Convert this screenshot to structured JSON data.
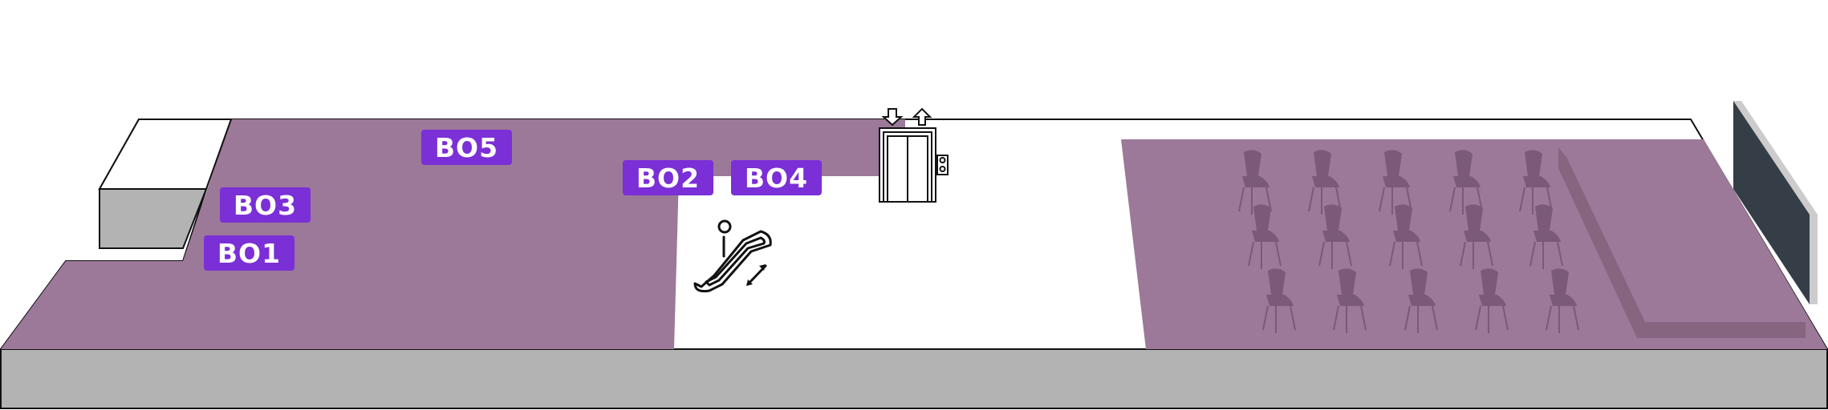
{
  "rooms": [
    {
      "id": "bo5",
      "label": "BO5"
    },
    {
      "id": "bo3",
      "label": "BO3"
    },
    {
      "id": "bo1",
      "label": "BO1"
    },
    {
      "id": "bo2",
      "label": "BO2"
    },
    {
      "id": "bo4",
      "label": "BO4"
    }
  ],
  "icons": {
    "escalator": "escalator-icon",
    "elevator": "elevator-icon",
    "chair": "chair-icon",
    "screen": "screen-icon"
  },
  "colors": {
    "floor_purple": "#9c7899",
    "label_purple": "#7b2fd6",
    "base_gray": "#b3b3b3",
    "screen_dark": "#353d46",
    "chair_dark": "#7a5a78"
  }
}
